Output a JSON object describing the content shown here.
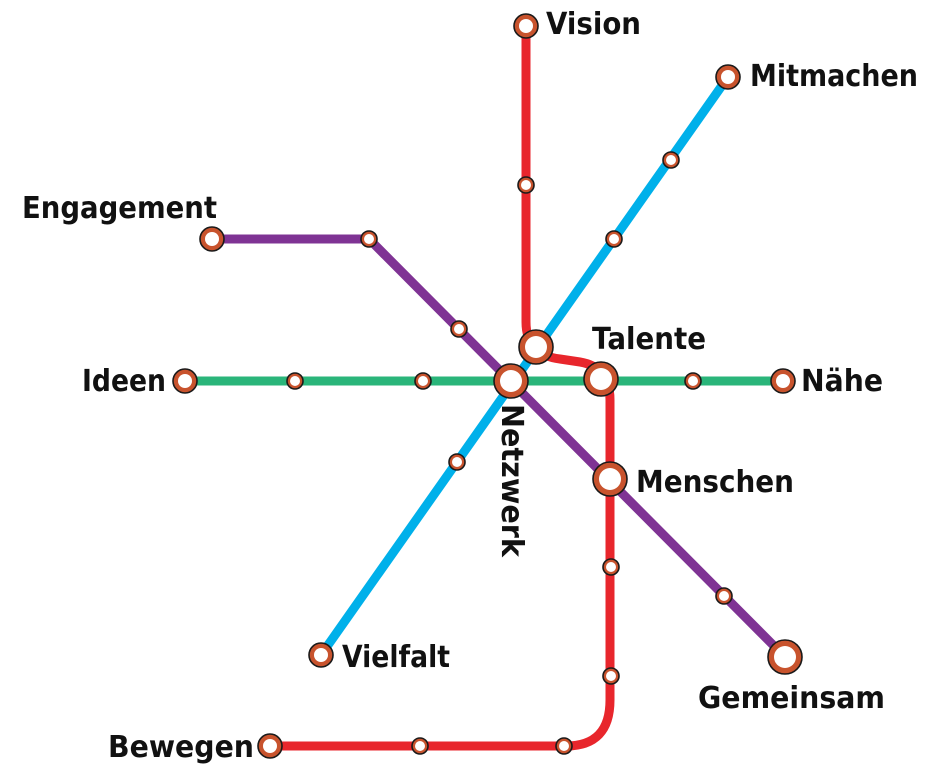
{
  "lines": {
    "red": {
      "color": "#e8262c"
    },
    "blue": {
      "color": "#00b0ea"
    },
    "purple": {
      "color": "#7f3394"
    },
    "green": {
      "color": "#2ab57a"
    }
  },
  "stations": {
    "vision": "Vision",
    "mitmachen": "Mitmachen",
    "engagement": "Engagement",
    "talente": "Talente",
    "ideen": "Ideen",
    "naehe": "Nähe",
    "netzwerk": "Netzwerk",
    "menschen": "Menschen",
    "vielfalt": "Vielfalt",
    "gemeinsam": "Gemeinsam",
    "bewegen": "Bewegen"
  }
}
